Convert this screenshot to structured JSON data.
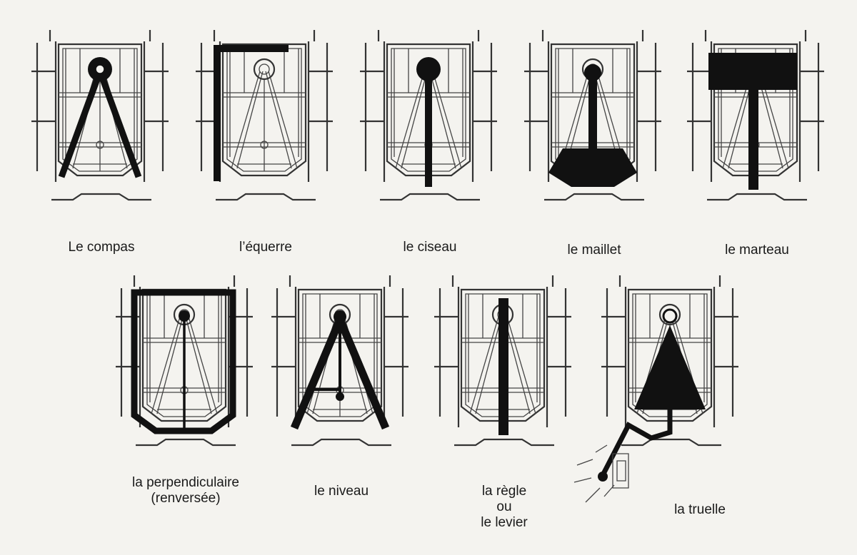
{
  "figures": [
    {
      "label": "Le compas"
    },
    {
      "label": "l’équerre"
    },
    {
      "label": "le ciseau"
    },
    {
      "label": "le maillet"
    },
    {
      "label": "le marteau"
    },
    {
      "label": "la perpendiculaire\n(renversée)"
    },
    {
      "label": "le niveau"
    },
    {
      "label": "la règle\nou\nle levier"
    },
    {
      "label": "la truelle"
    }
  ]
}
